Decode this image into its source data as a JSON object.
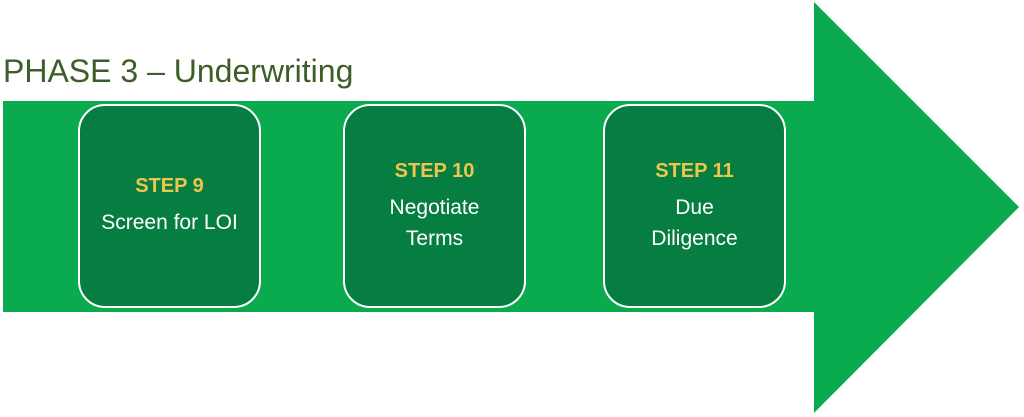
{
  "title": "PHASE 3 – Underwriting",
  "steps": [
    {
      "label": "STEP 9",
      "lines": [
        "Screen for LOI"
      ]
    },
    {
      "label": "STEP 10",
      "lines": [
        "Negotiate",
        "Terms"
      ]
    },
    {
      "label": "STEP 11",
      "lines": [
        "Due",
        "Diligence"
      ]
    }
  ],
  "colors": {
    "arrow_green": "#0aab4f",
    "box_green": "#077e41",
    "title_green": "#3c5e28",
    "step_gold": "#ecc64f",
    "body_text": "#ffffff",
    "background": "#ffffff"
  }
}
